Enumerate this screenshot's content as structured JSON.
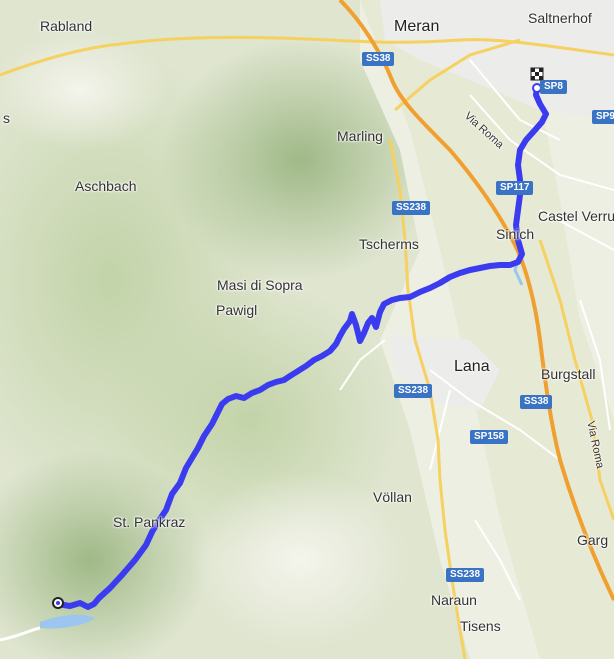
{
  "map": {
    "places": [
      {
        "id": "rabland",
        "name": "Rabland"
      },
      {
        "id": "meran",
        "name": "Meran"
      },
      {
        "id": "saltnerhof",
        "name": "Saltnerhof"
      },
      {
        "id": "marling",
        "name": "Marling"
      },
      {
        "id": "aschbach",
        "name": "Aschbach"
      },
      {
        "id": "castel-verruc",
        "name": "Castel Verruc"
      },
      {
        "id": "sinich",
        "name": "Sinich"
      },
      {
        "id": "tscherms",
        "name": "Tscherms"
      },
      {
        "id": "masi-di-sopra",
        "name": "Masi di Sopra"
      },
      {
        "id": "pawigl",
        "name": "Pawigl"
      },
      {
        "id": "lana",
        "name": "Lana"
      },
      {
        "id": "burgstall",
        "name": "Burgstall"
      },
      {
        "id": "vollan",
        "name": "Völlan"
      },
      {
        "id": "st-pankraz",
        "name": "St. Pankraz"
      },
      {
        "id": "garg",
        "name": "Garg"
      },
      {
        "id": "naraun",
        "name": "Naraun"
      },
      {
        "id": "tisens",
        "name": "Tisens"
      },
      {
        "id": "s-edge",
        "name": "s"
      }
    ],
    "streets": [
      {
        "id": "via-roma-1",
        "name": "Via Roma"
      },
      {
        "id": "via-roma-2",
        "name": "Via Roma"
      }
    ],
    "road_shields": [
      {
        "id": "ss38-top",
        "label": "SS38"
      },
      {
        "id": "sp8",
        "label": "SP8"
      },
      {
        "id": "sp9",
        "label": "SP9"
      },
      {
        "id": "sp117",
        "label": "SP117"
      },
      {
        "id": "ss238-a",
        "label": "SS238"
      },
      {
        "id": "ss238-b",
        "label": "SS238"
      },
      {
        "id": "ss38-mid",
        "label": "SS38"
      },
      {
        "id": "sp158",
        "label": "SP158"
      },
      {
        "id": "ss238-c",
        "label": "SS238"
      }
    ],
    "route": {
      "color": "#3b3bf0",
      "start_icon": "start-marker-icon",
      "end_icon": "finish-flag-icon"
    },
    "colors": {
      "route": "#3b3bf0",
      "highway": "#f0a030",
      "main_road": "#f6d060",
      "water": "#9cc6f0",
      "shield": "#3a73c4"
    }
  }
}
